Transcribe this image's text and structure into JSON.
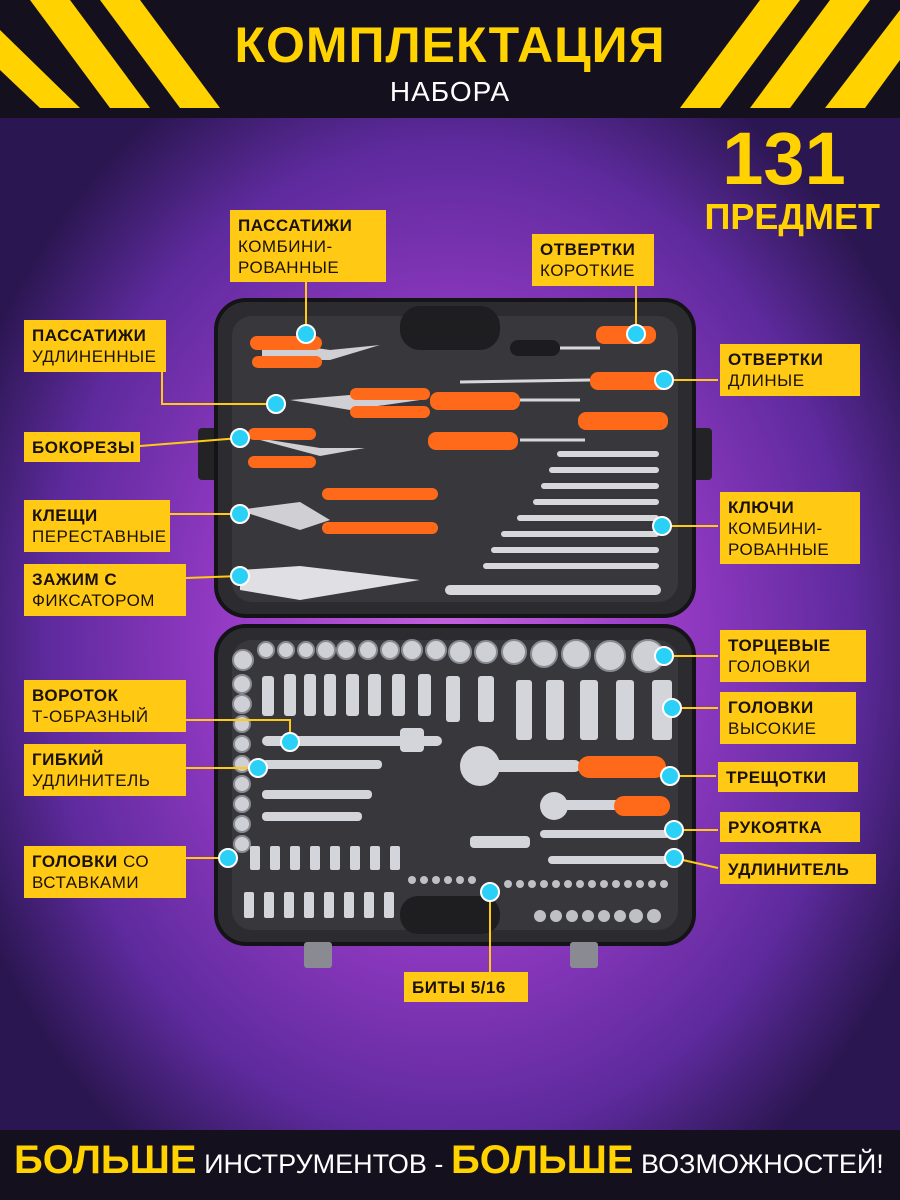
{
  "header": {
    "title": "КОМПЛЕКТАЦИЯ",
    "subtitle": "НАБОРА"
  },
  "count": {
    "number": "131",
    "label": "ПРЕДМЕТ"
  },
  "colors": {
    "accent": "#ffc914",
    "background_top": "#14101e",
    "background_center": "#c560e0",
    "case": "#2f2f33",
    "handle_orange": "#ff6a1a",
    "dot": "#2ad0f5"
  },
  "labels": {
    "pliers_combined": {
      "bold": "ПАССАТИЖИ",
      "rest": "КОМБИНИ-РОВАННЫЕ",
      "line2": "КОМБИНИ-",
      "line3": "РОВАННЫЕ"
    },
    "pliers_long": {
      "bold": "ПАССАТИЖИ",
      "line2": "УДЛИНЕННЫЕ"
    },
    "side_cutters": {
      "bold": "БОКОРЕЗЫ"
    },
    "adjustable_pliers": {
      "bold": "КЛЕЩИ",
      "line2": "ПЕРЕСТАВНЫЕ"
    },
    "locking_clamp": {
      "bold": "ЗАЖИМ С",
      "line2": "ФИКСАТОРОМ"
    },
    "t_handle": {
      "bold": "ВОРОТОК",
      "line2": "Т-ОБРАЗНЫЙ"
    },
    "flex_extension": {
      "bold": "ГИБКИЙ",
      "line2": "УДЛИНИТЕЛЬ"
    },
    "bit_sockets": {
      "bold": "ГОЛОВКИ",
      "inline": "СО",
      "line2": "ВСТАВКАМИ"
    },
    "screwdrivers_short": {
      "bold": "ОТВЕРТКИ",
      "line2": "КОРОТКИЕ"
    },
    "screwdrivers_long": {
      "bold": "ОТВЕРТКИ",
      "line2": "ДЛИНЫЕ"
    },
    "wrenches": {
      "bold": "КЛЮЧИ",
      "line2": "КОМБИНИ-",
      "line3": "РОВАННЫЕ"
    },
    "sockets": {
      "bold": "ТОРЦЕВЫЕ",
      "line2": "ГОЛОВКИ"
    },
    "deep_sockets": {
      "bold": "ГОЛОВКИ",
      "line2": "ВЫСОКИЕ"
    },
    "ratchets": {
      "bold": "ТРЕЩОТКИ"
    },
    "handle": {
      "bold": "РУКОЯТКА"
    },
    "extension": {
      "bold": "УДЛИНИТЕЛЬ"
    },
    "bits": {
      "bold": "БИТЫ 5/16"
    }
  },
  "footer": {
    "word1": "БОЛЬШЕ",
    "text1": "ИНСТРУМЕНТОВ -",
    "word2": "БОЛЬШЕ",
    "text2": "ВОЗМОЖНОСТЕЙ!"
  }
}
